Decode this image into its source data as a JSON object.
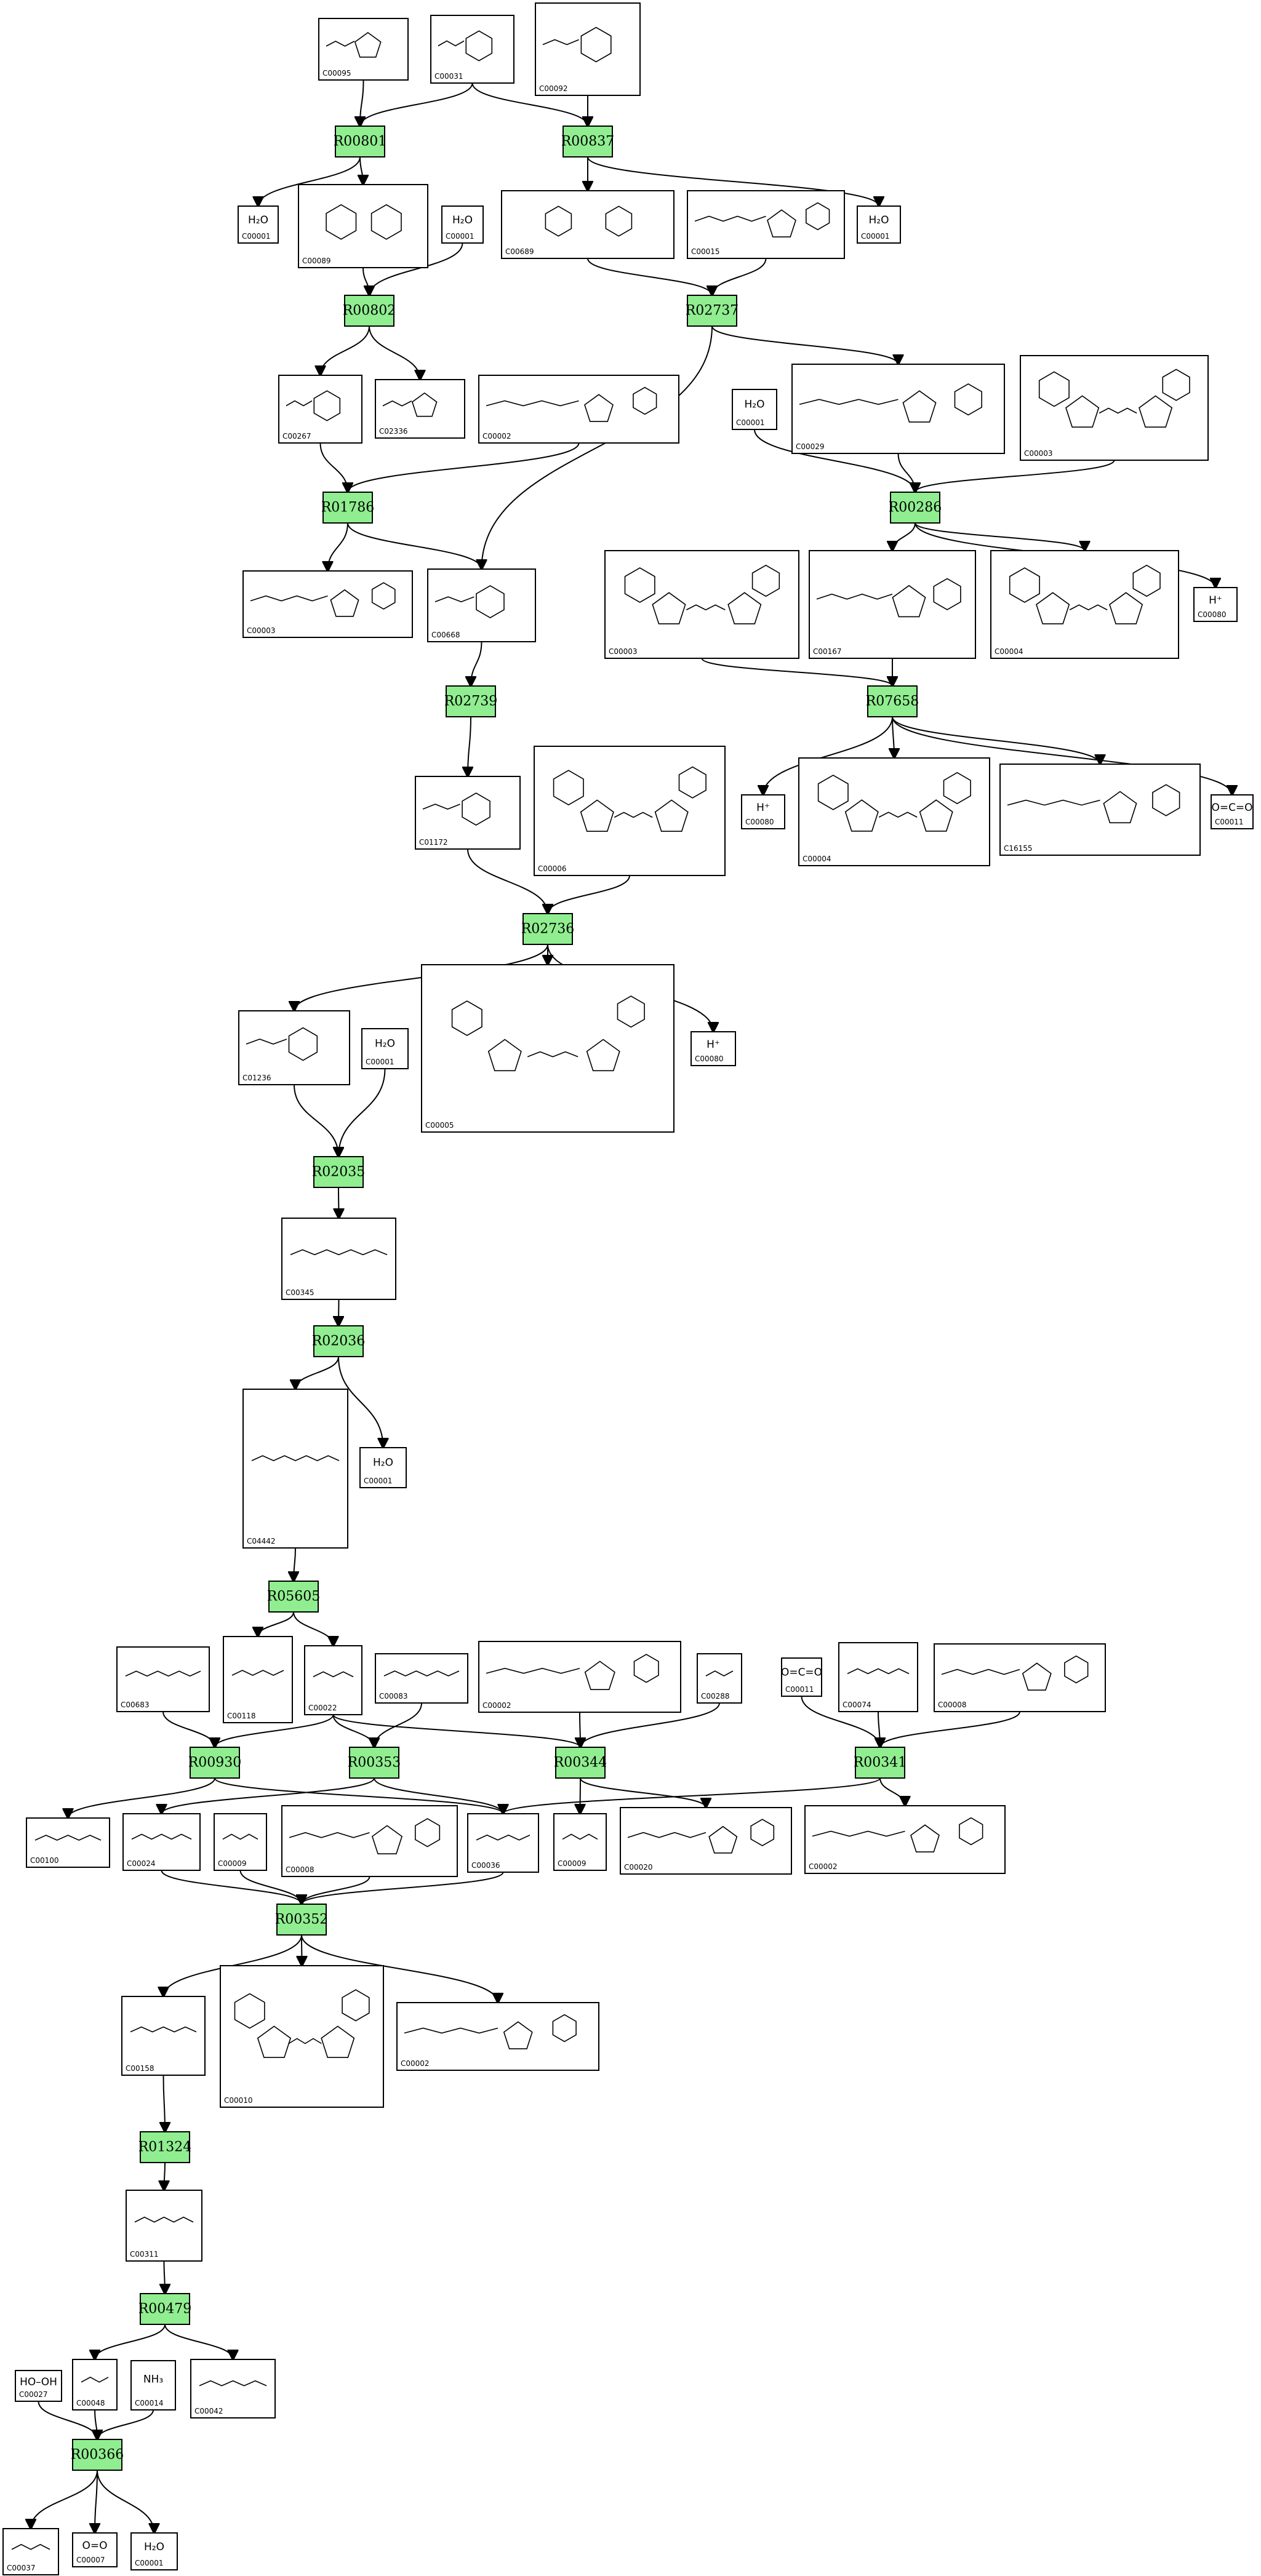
{
  "reactions": [
    "R00801",
    "R00837",
    "R00802",
    "R02737",
    "R01786",
    "R00286",
    "R02739",
    "R07658",
    "R02736",
    "R02035",
    "R02036",
    "R05605",
    "R00930",
    "R00353",
    "R00344",
    "R00341",
    "R00352",
    "R01324",
    "R00479",
    "R00366"
  ],
  "compounds": {
    "C00095": {
      "id": "C00095"
    },
    "C00031": {
      "id": "C00031"
    },
    "C00092": {
      "id": "C00092"
    },
    "C00001": {
      "id": "C00001",
      "formula": "H₂O"
    },
    "C00089": {
      "id": "C00089"
    },
    "C00689": {
      "id": "C00689"
    },
    "C00015": {
      "id": "C00015"
    },
    "C00267": {
      "id": "C00267"
    },
    "C02336": {
      "id": "C02336"
    },
    "C00002": {
      "id": "C00002"
    },
    "C00029": {
      "id": "C00029"
    },
    "C00003": {
      "id": "C00003"
    },
    "C00668": {
      "id": "C00668"
    },
    "C00167": {
      "id": "C00167"
    },
    "C00004": {
      "id": "C00004"
    },
    "C00080": {
      "id": "C00080",
      "formula": "H⁺"
    },
    "C01172": {
      "id": "C01172"
    },
    "C00006": {
      "id": "C00006"
    },
    "C16155": {
      "id": "C16155"
    },
    "C00011": {
      "id": "C00011",
      "formula": "O=C=O"
    },
    "C01236": {
      "id": "C01236"
    },
    "C00005": {
      "id": "C00005"
    },
    "C00345": {
      "id": "C00345"
    },
    "C04442": {
      "id": "C04442"
    },
    "C00683": {
      "id": "C00683"
    },
    "C00118": {
      "id": "C00118"
    },
    "C00022": {
      "id": "C00022"
    },
    "C00083": {
      "id": "C00083"
    },
    "C00288": {
      "id": "C00288"
    },
    "C00074": {
      "id": "C00074"
    },
    "C00008": {
      "id": "C00008"
    },
    "C00100": {
      "id": "C00100"
    },
    "C00024": {
      "id": "C00024"
    },
    "C00009": {
      "id": "C00009"
    },
    "C00036": {
      "id": "C00036"
    },
    "C00020": {
      "id": "C00020"
    },
    "C00158": {
      "id": "C00158"
    },
    "C00010": {
      "id": "C00010"
    },
    "C00311": {
      "id": "C00311"
    },
    "C00027": {
      "id": "C00027",
      "formula": "HO–OH"
    },
    "C00048": {
      "id": "C00048"
    },
    "C00014": {
      "id": "C00014",
      "formula": "NH₃"
    },
    "C00042": {
      "id": "C00042"
    },
    "C00037": {
      "id": "C00037"
    },
    "C00007": {
      "id": "C00007",
      "formula": "O=O"
    }
  }
}
